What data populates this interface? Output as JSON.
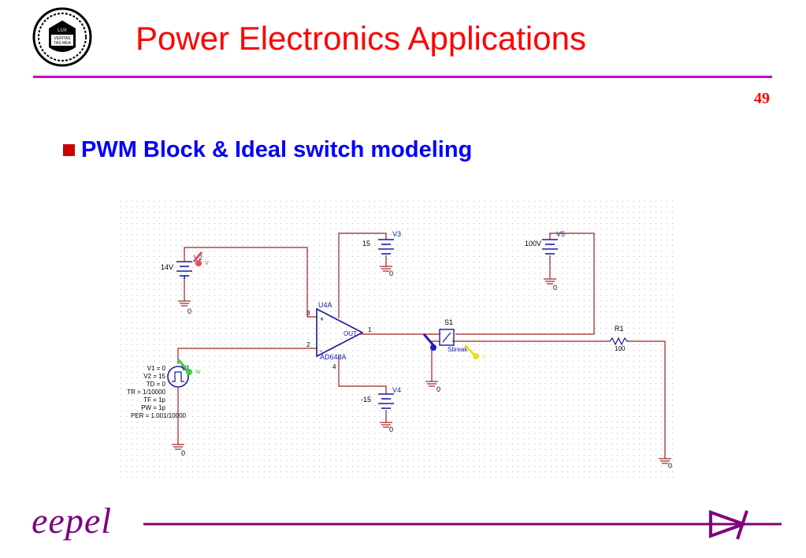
{
  "slide": {
    "title": "Power Electronics Applications",
    "page_number": "49",
    "bullet": "PWM Block & Ideal switch modeling"
  },
  "logo": {
    "text_line1": "VERITAS",
    "text_line2": "LUX",
    "text_line3": "TAS MEA"
  },
  "schematic": {
    "v2": {
      "name": "V2",
      "value": "14V",
      "ground": "0"
    },
    "v3": {
      "name": "V3",
      "value": "15",
      "ground": "0"
    },
    "v4": {
      "name": "V4",
      "value": "-15",
      "ground": "0"
    },
    "v5": {
      "name": "V5",
      "value": "100V",
      "ground": "0"
    },
    "opamp": {
      "name": "U4A",
      "part": "AD648A",
      "pin_out": "OUT",
      "pin1": "1",
      "pin2": "2",
      "pin3": "3",
      "pin4": "4",
      "plus": "+",
      "minus": "-"
    },
    "v1": {
      "name": "V1",
      "params": [
        "V1 = 0",
        "V2 = 15",
        "TD = 0",
        "TR = 1/10000",
        "TF = 1p",
        "PW = 1p",
        "PER = 1.001/10000"
      ],
      "ground": "0"
    },
    "s1": {
      "name": "S1",
      "model": "Sbreak",
      "ground": "0"
    },
    "r1": {
      "name": "R1",
      "value": "100",
      "ground": "0"
    },
    "probes": {
      "v2_probe": "V",
      "v1_probe": "W",
      "s1_probe": "V"
    }
  },
  "footer": {
    "brand": "eepel"
  },
  "colors": {
    "title": "#ff0000",
    "rule": "#cc00cc",
    "bullet_text": "#0000ff",
    "wire": "#a02020",
    "part": "#1a1aa0",
    "footer": "#800080"
  }
}
